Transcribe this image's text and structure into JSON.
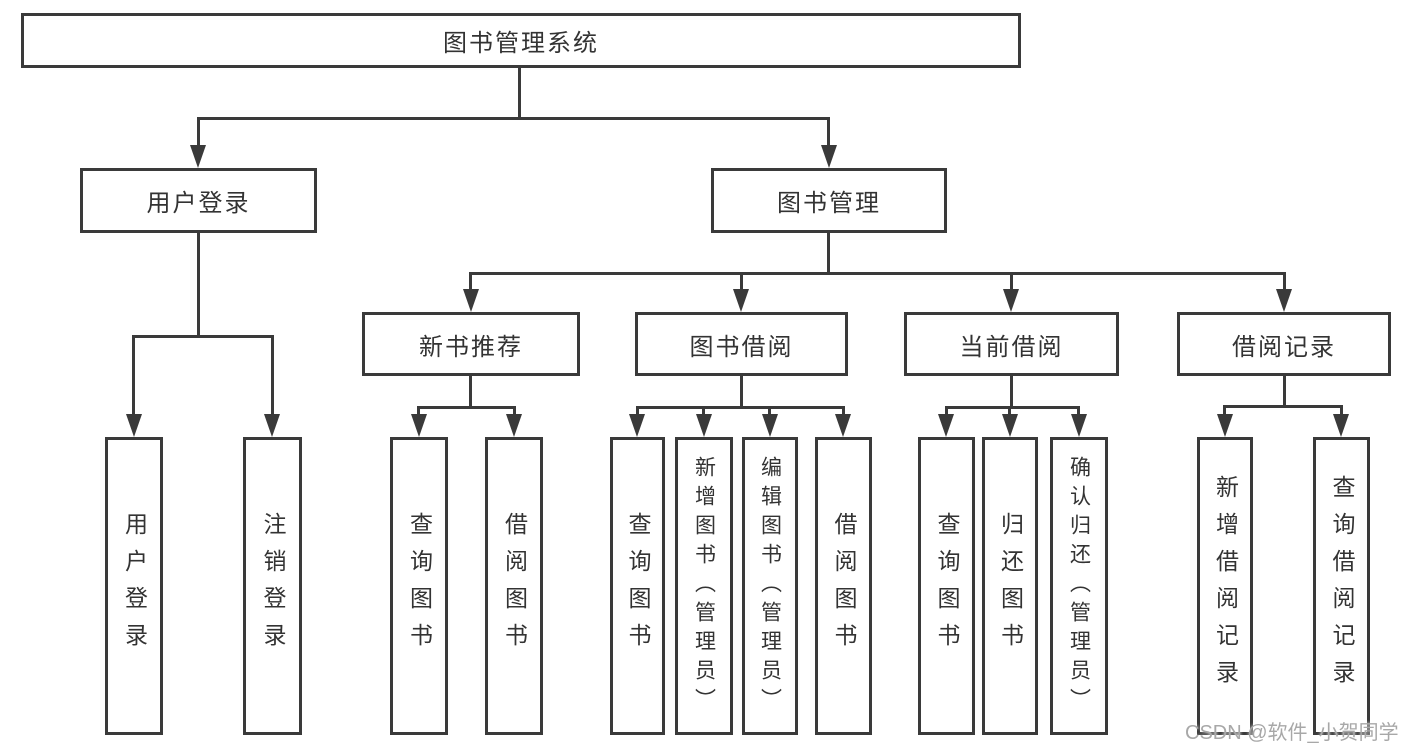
{
  "diagram": {
    "root": {
      "label": "图书管理系统"
    },
    "level2": [
      {
        "label": "用户登录"
      },
      {
        "label": "图书管理"
      }
    ],
    "level3": [
      {
        "label": "新书推荐"
      },
      {
        "label": "图书借阅"
      },
      {
        "label": "当前借阅"
      },
      {
        "label": "借阅记录"
      }
    ],
    "leaves": {
      "login": [
        {
          "label": "用户登录"
        },
        {
          "label": "注销登录"
        }
      ],
      "newbook": [
        {
          "label": "查询图书"
        },
        {
          "label": "借阅图书"
        }
      ],
      "borrow": [
        {
          "label": "查询图书"
        },
        {
          "label": "新增图书（管理员）"
        },
        {
          "label": "编辑图书（管理员）"
        },
        {
          "label": "借阅图书"
        }
      ],
      "current": [
        {
          "label": "查询图书"
        },
        {
          "label": "归还图书"
        },
        {
          "label": "确认归还（管理员）"
        }
      ],
      "records": [
        {
          "label": "新增借阅记录"
        },
        {
          "label": "查询借阅记录"
        }
      ]
    }
  },
  "watermark": {
    "text": "CSDN @软件_小贺同学"
  },
  "colors": {
    "line": "#3a3a3a",
    "text": "#333333",
    "background": "#ffffff",
    "watermark": "#a8a8a8"
  }
}
